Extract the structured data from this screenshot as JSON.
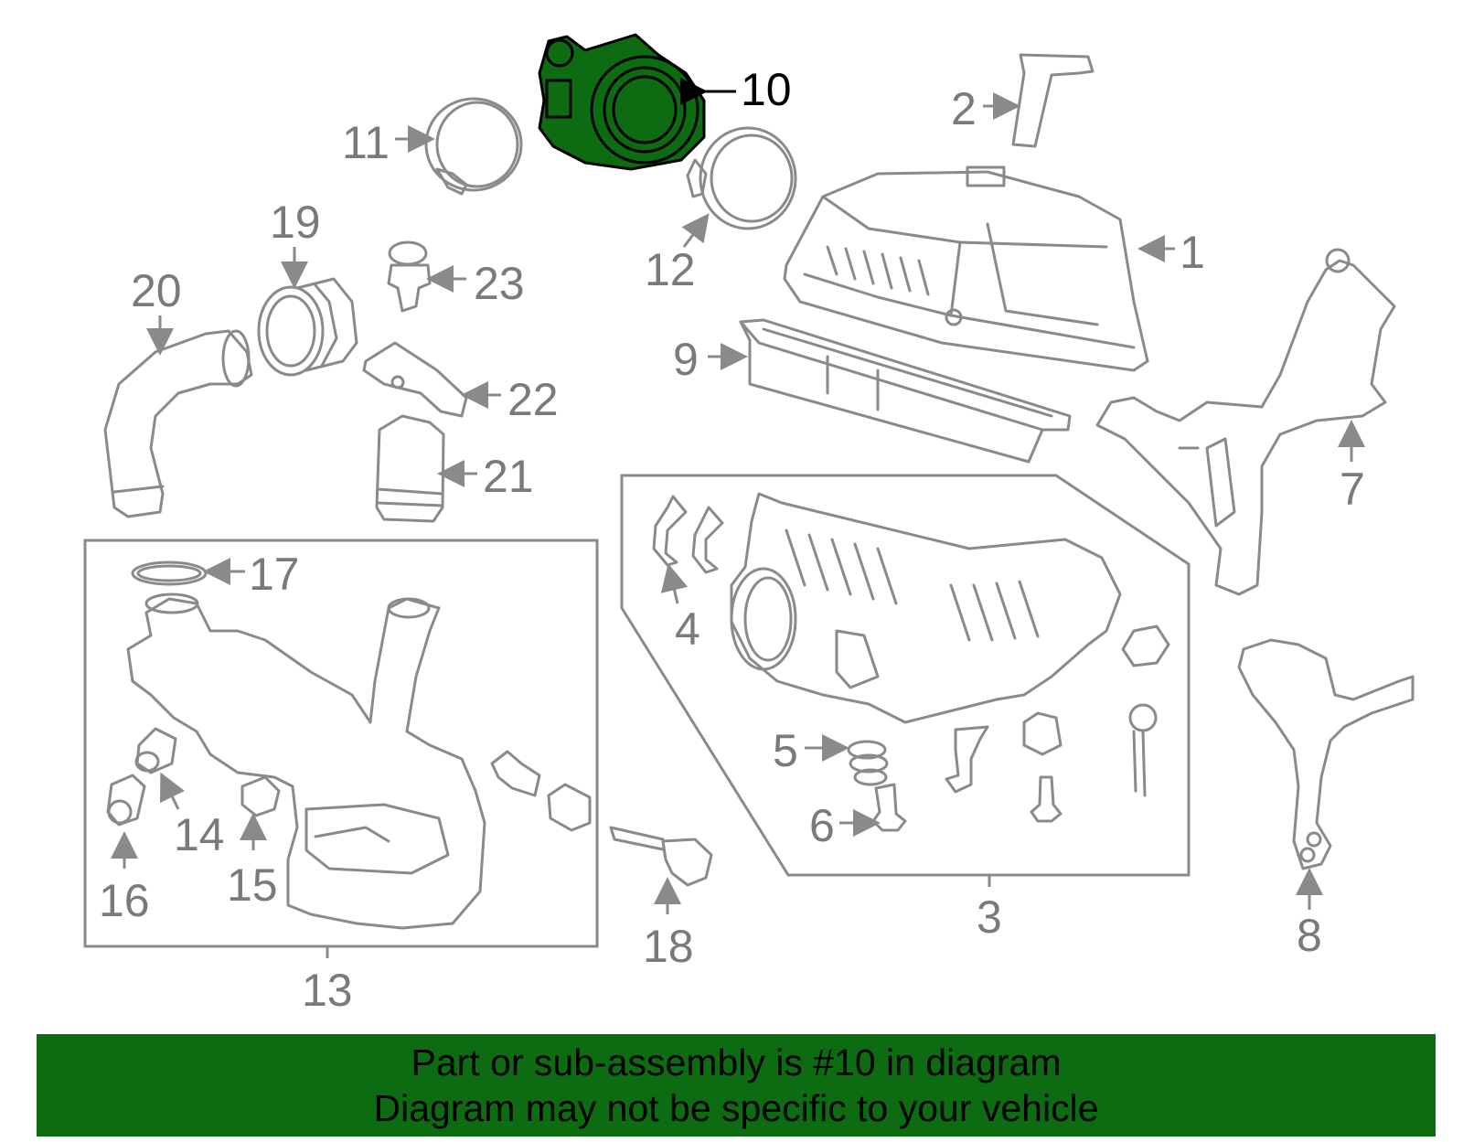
{
  "diagram": {
    "highlighted_part": "10",
    "callouts": [
      "1",
      "2",
      "3",
      "4",
      "5",
      "6",
      "7",
      "8",
      "9",
      "10",
      "11",
      "12",
      "13",
      "14",
      "15",
      "16",
      "17",
      "18",
      "19",
      "20",
      "21",
      "22",
      "23"
    ],
    "highlight_color": "#0d6b12",
    "line_color": "#8a8a8a"
  },
  "banner": {
    "line1": "Part or sub-assembly is #10 in diagram",
    "line2": "Diagram may not be specific to your vehicle",
    "background": "#0d6b12"
  }
}
